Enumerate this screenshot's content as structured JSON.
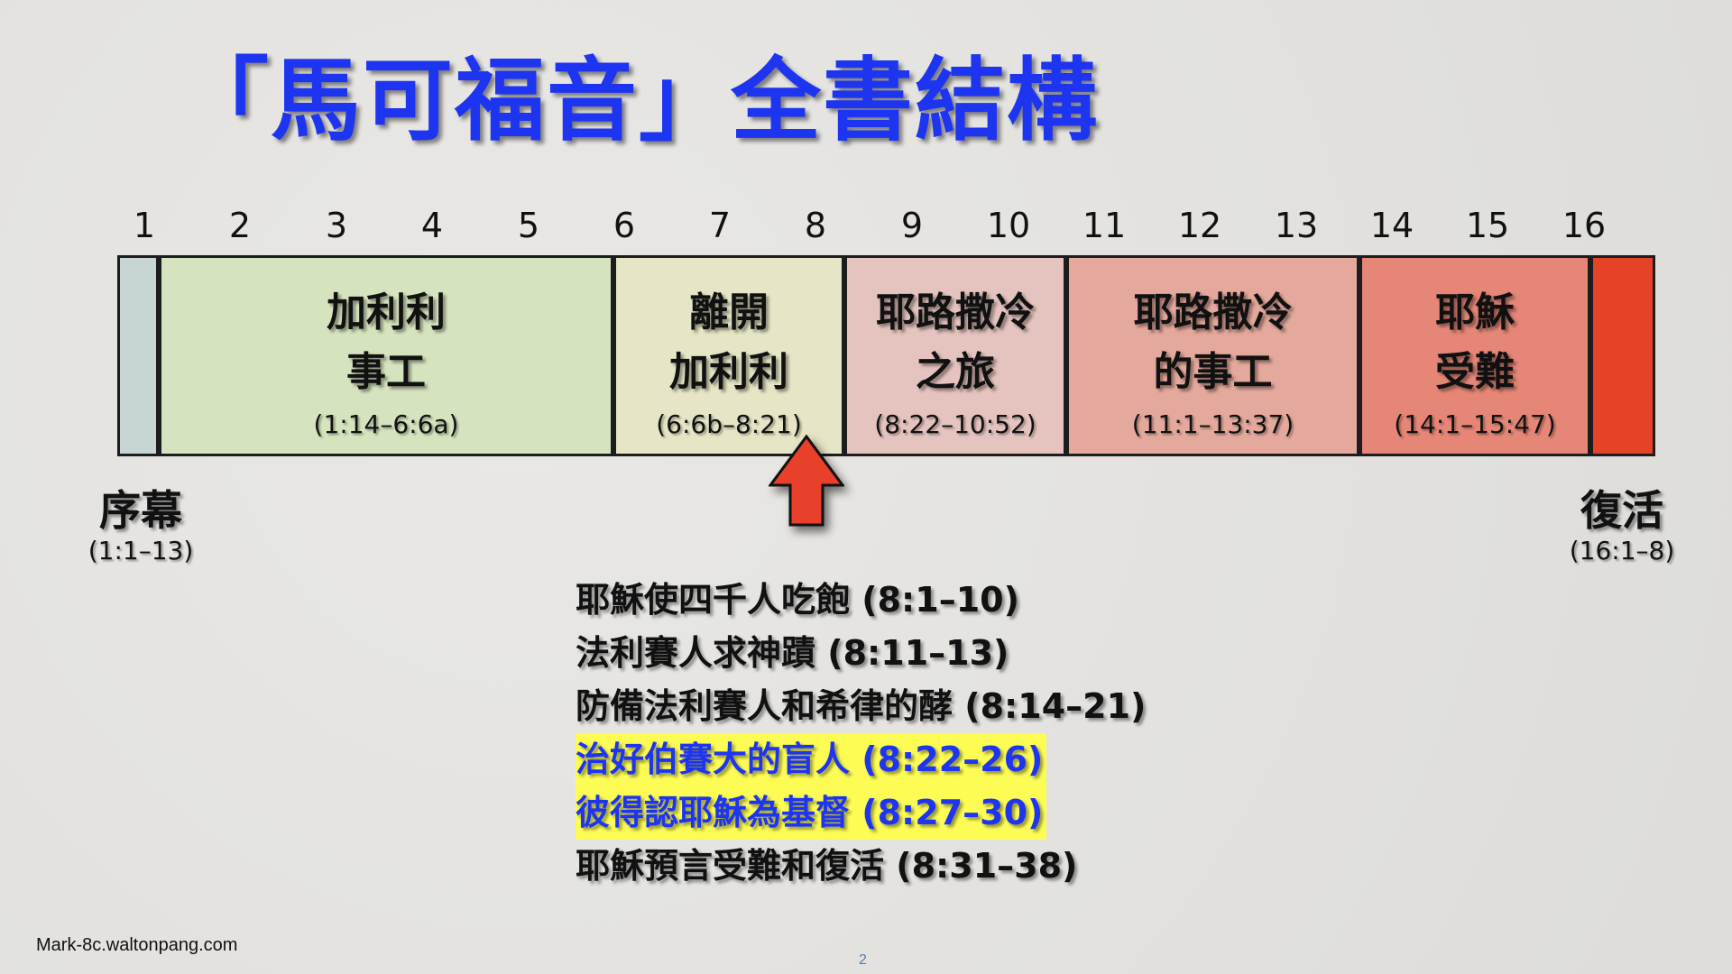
{
  "title": "「馬可福音」全書結構",
  "chapters": [
    "1",
    "2",
    "3",
    "4",
    "5",
    "6",
    "7",
    "8",
    "9",
    "10",
    "11",
    "12",
    "13",
    "14",
    "15",
    "16"
  ],
  "sections": [
    {
      "id": "prologue-bar",
      "main": "",
      "ref": "",
      "color": "#c7d5d5"
    },
    {
      "id": "galilee-ministry",
      "main": "加利利\n事工",
      "ref": "(1:14–6:6a)",
      "color": "#d5e3be"
    },
    {
      "id": "leaving-galilee",
      "main": "離開\n加利利",
      "ref": "(6:6b–8:21)",
      "color": "#e6e5c6"
    },
    {
      "id": "journey-jerusalem",
      "main": "耶路撒冷\n之旅",
      "ref": "(8:22–10:52)",
      "color": "#e5c3be"
    },
    {
      "id": "jerusalem-ministry",
      "main": "耶路撒冷\n的事工",
      "ref": "(11:1–13:37)",
      "color": "#e4a89c"
    },
    {
      "id": "passion",
      "main": "耶穌\n受難",
      "ref": "(14:1–15:47)",
      "color": "#e58677"
    },
    {
      "id": "resurrection-bar",
      "main": "",
      "ref": "",
      "color": "#e54228"
    }
  ],
  "prologue": {
    "title": "序幕",
    "ref": "(1:1–13)"
  },
  "resurrection": {
    "title": "復活",
    "ref": "(16:1–8)"
  },
  "events": [
    {
      "text": "耶穌使四千人吃飽",
      "ref": "(8:1–10)",
      "highlight": false
    },
    {
      "text": "法利賽人求神蹟",
      "ref": "(8:11–13)",
      "highlight": false
    },
    {
      "text": "防備法利賽人和希律的酵",
      "ref": "(8:14–21)",
      "highlight": false
    },
    {
      "text": "治好伯賽大的盲人",
      "ref": "(8:22–26)",
      "highlight": true
    },
    {
      "text": "彼得認耶穌為基督",
      "ref": "(8:27–30)",
      "highlight": true
    },
    {
      "text": "耶穌預言受難和復活",
      "ref": "(8:31–38)",
      "highlight": false
    }
  ],
  "footer": "Mark-8c.waltonpang.com",
  "page_number": "2",
  "colors": {
    "title": "#1d35f0",
    "highlight_bg": "#fdfc55",
    "arrow": "#e8402a"
  }
}
